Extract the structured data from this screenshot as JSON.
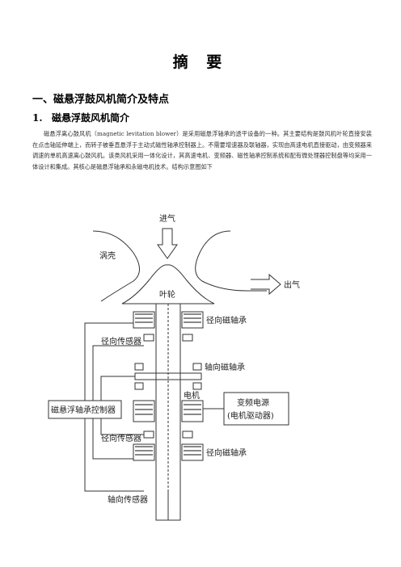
{
  "document": {
    "title": "摘 要",
    "section_heading": "一、磁悬浮鼓风机简介及特点",
    "subsection_number": "1.",
    "subsection_title": "磁悬浮鼓风机简介",
    "paragraph": "磁悬浮离心鼓风机（magnetic levitation blower）是采用磁悬浮轴承的透平设备的一种。其主要结构是鼓风机叶轮直接安装在点击轴延伸端上，而转子被垂直悬浮于主动式磁性轴承控制器上。不需要增速器及联轴器，实现由高速电机直接驱动，由变频器来调速的单机高速离心鼓风机。该类风机采用一体化设计，其高速电机、变频器、磁性轴承控制系统和配有微处理器控制盘等均采用一体设计和集成。其核心是磁悬浮轴承和永磁电机技术。结构示意图如下"
  },
  "diagram": {
    "labels": {
      "inlet": "进气",
      "volute": "涡壳",
      "impeller": "叶轮",
      "outlet": "出气",
      "radial_bearing_top": "径向磁轴承",
      "radial_sensor_top": "径向传感器",
      "axial_bearing": "轴向磁轴承",
      "controller": "磁悬浮轴承控制器",
      "vfd": "变频电源",
      "vfd_sub": "(电机驱动器)",
      "motor": "电机",
      "radial_sensor_bottom": "径向传感器",
      "radial_bearing_bottom": "径向磁轴承",
      "axial_sensor": "轴向传感器"
    }
  }
}
